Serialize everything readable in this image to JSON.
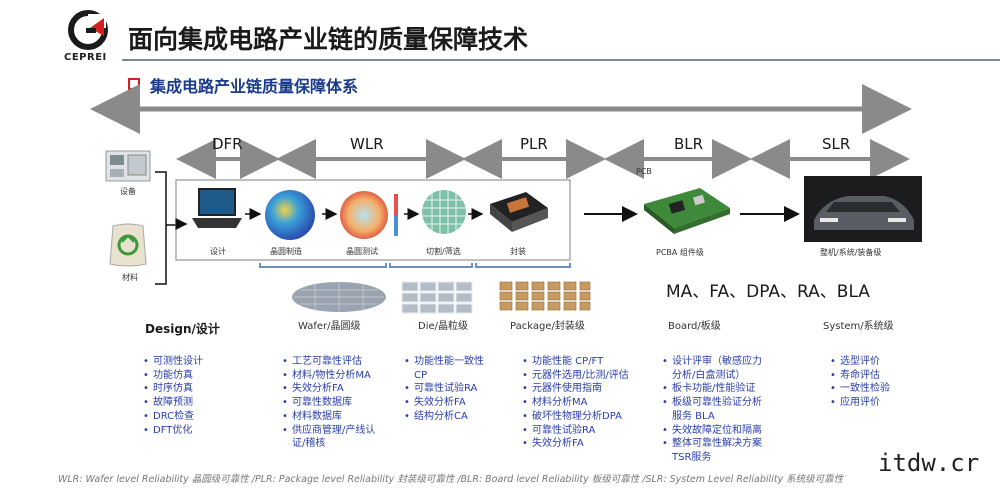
{
  "header": {
    "logo_text": "CEPREI",
    "title": "面向集成电路产业链的质量保障技术",
    "subtitle": "集成电路产业链质量保障体系"
  },
  "stages": [
    "DFR",
    "WLR",
    "PLR",
    "BLR",
    "SLR"
  ],
  "inputs": {
    "equipment": "设备",
    "material": "材料"
  },
  "process": {
    "design": "设计",
    "wafer_make": "晶圆制造",
    "wafer_test": "晶圆测试",
    "cut_screen": "切割/筛选",
    "package": "封装"
  },
  "pcb": {
    "label": "PCB",
    "caption": "PCBA 组件级"
  },
  "system_caption": "整机/系统/装备级",
  "chain_label": "MA、FA、DPA、RA、BLA",
  "level_labels": {
    "design": "Design/设计",
    "wafer": "Wafer/晶圆级",
    "die": "Die/晶粒级",
    "package": "Package/封装级",
    "board": "Board/板级",
    "system": "System/系统级"
  },
  "lists": {
    "design": [
      "可测性设计",
      "功能仿真",
      "时序仿真",
      "故障预测",
      "DRC检查",
      "DFT优化"
    ],
    "wafer": [
      "工艺可靠性评估",
      "材料/物性分析MA",
      "失效分析FA",
      "可靠性数据库",
      "材料数据库",
      "供应商管理/产线认",
      "证/稽核"
    ],
    "die": [
      "功能性能一致性",
      "CP",
      "可靠性试验RA",
      "失效分析FA",
      "结构分析CA"
    ],
    "package": [
      "功能性能 CP/FT",
      "元器件选用/比测/评估",
      "元器件使用指南",
      "材料分析MA",
      "破坏性物理分析DPA",
      "可靠性试验RA",
      "失效分析FA"
    ],
    "board": [
      "设计评审（敏感应力",
      "分析/白盒测试）",
      "板卡功能/性能验证",
      "板级可靠性验证分析",
      "服务 BLA",
      "失效故障定位和隔离",
      "整体可靠性解决方案",
      "TSR服务"
    ],
    "system": [
      "选型评价",
      "寿命评估",
      "一致性检验",
      "应用评价"
    ]
  },
  "footer": "WLR: Wafer level Reliability 晶圆级可靠性 /PLR: Package level Reliability 封装级可靠性 /BLR: Board level Reliability 板级可靠性 /SLR: System Level Reliability 系统级可靠性",
  "watermark": "itdw.cr",
  "colors": {
    "accent_red": "#d42020",
    "title_blue": "#1a3b8c",
    "list_blue": "#2a3fa8",
    "arrow_gray": "#8a8a8a"
  }
}
